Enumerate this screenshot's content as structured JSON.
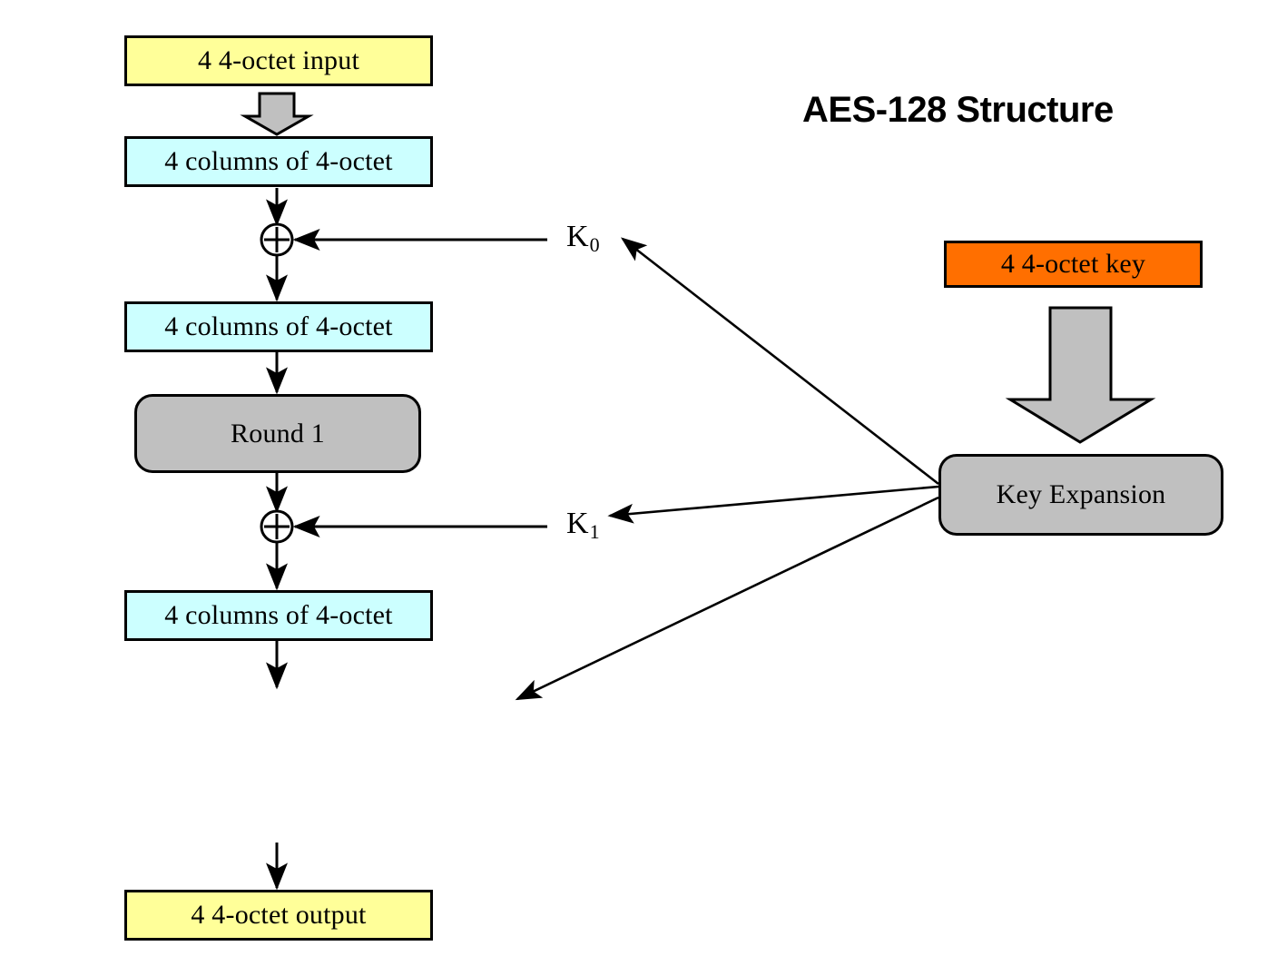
{
  "title": {
    "text": "AES-128 Structure"
  },
  "colors": {
    "input_box_fill": "#ffff99",
    "data_box_fill": "#ccffff",
    "key_box_fill": "#ff6f00",
    "process_fill": "#c0c0c0",
    "arrow_fill": "#c0c0c0",
    "stroke": "#000000",
    "background": "#ffffff"
  },
  "nodes": {
    "input": {
      "label": "4 4-octet input"
    },
    "state1": {
      "label": "4 columns of 4-octet"
    },
    "state2": {
      "label": "4 columns of 4-octet"
    },
    "state3": {
      "label": "4 columns of 4-octet"
    },
    "round1": {
      "label": "Round 1"
    },
    "output": {
      "label": "4 4-octet output"
    },
    "key": {
      "label": "4 4-octet key"
    },
    "key_expansion": {
      "label": "Key Expansion"
    }
  },
  "round_keys": [
    {
      "base": "K",
      "sub": "0"
    },
    {
      "base": "K",
      "sub": "1"
    }
  ],
  "operators": {
    "xor_symbol": "+",
    "xor_count": 2
  },
  "arrows": {
    "block_arrow_small": "input-to-state1",
    "block_arrow_large": "key-to-key-expansion",
    "key_fanout_count": 3
  }
}
